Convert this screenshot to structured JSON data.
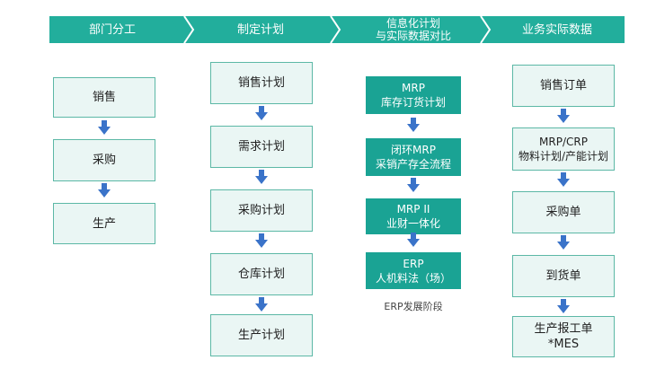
{
  "colors": {
    "header": "#22ae9c",
    "box_fill": "#eaf6f4",
    "box_border": "#5cb8a6",
    "dark_fill": "#1aa394",
    "arrow": "#3a73c9"
  },
  "header": [
    {
      "label": "部门分工"
    },
    {
      "label": "制定计划"
    },
    {
      "label": "信息化计划\n与实际数据对比"
    },
    {
      "label": "业务实际数据"
    }
  ],
  "columns": {
    "departments": [
      "销售",
      "采购",
      "生产"
    ],
    "plans": [
      "销售计划",
      "需求计划",
      "采购计划",
      "仓库计划",
      "生产计划"
    ],
    "erp_stages": [
      "MRP\n库存订货计划",
      "闭环MRP\n采销产存全流程",
      "MRP II\n业财一体化",
      "ERP\n人机料法（场）"
    ],
    "erp_caption": "ERP发展阶段",
    "actual_data": [
      "销售订单",
      "MRP/CRP\n物料计划/产能计划",
      "采购单",
      "到货单",
      "生产报工单\n*MES"
    ]
  }
}
